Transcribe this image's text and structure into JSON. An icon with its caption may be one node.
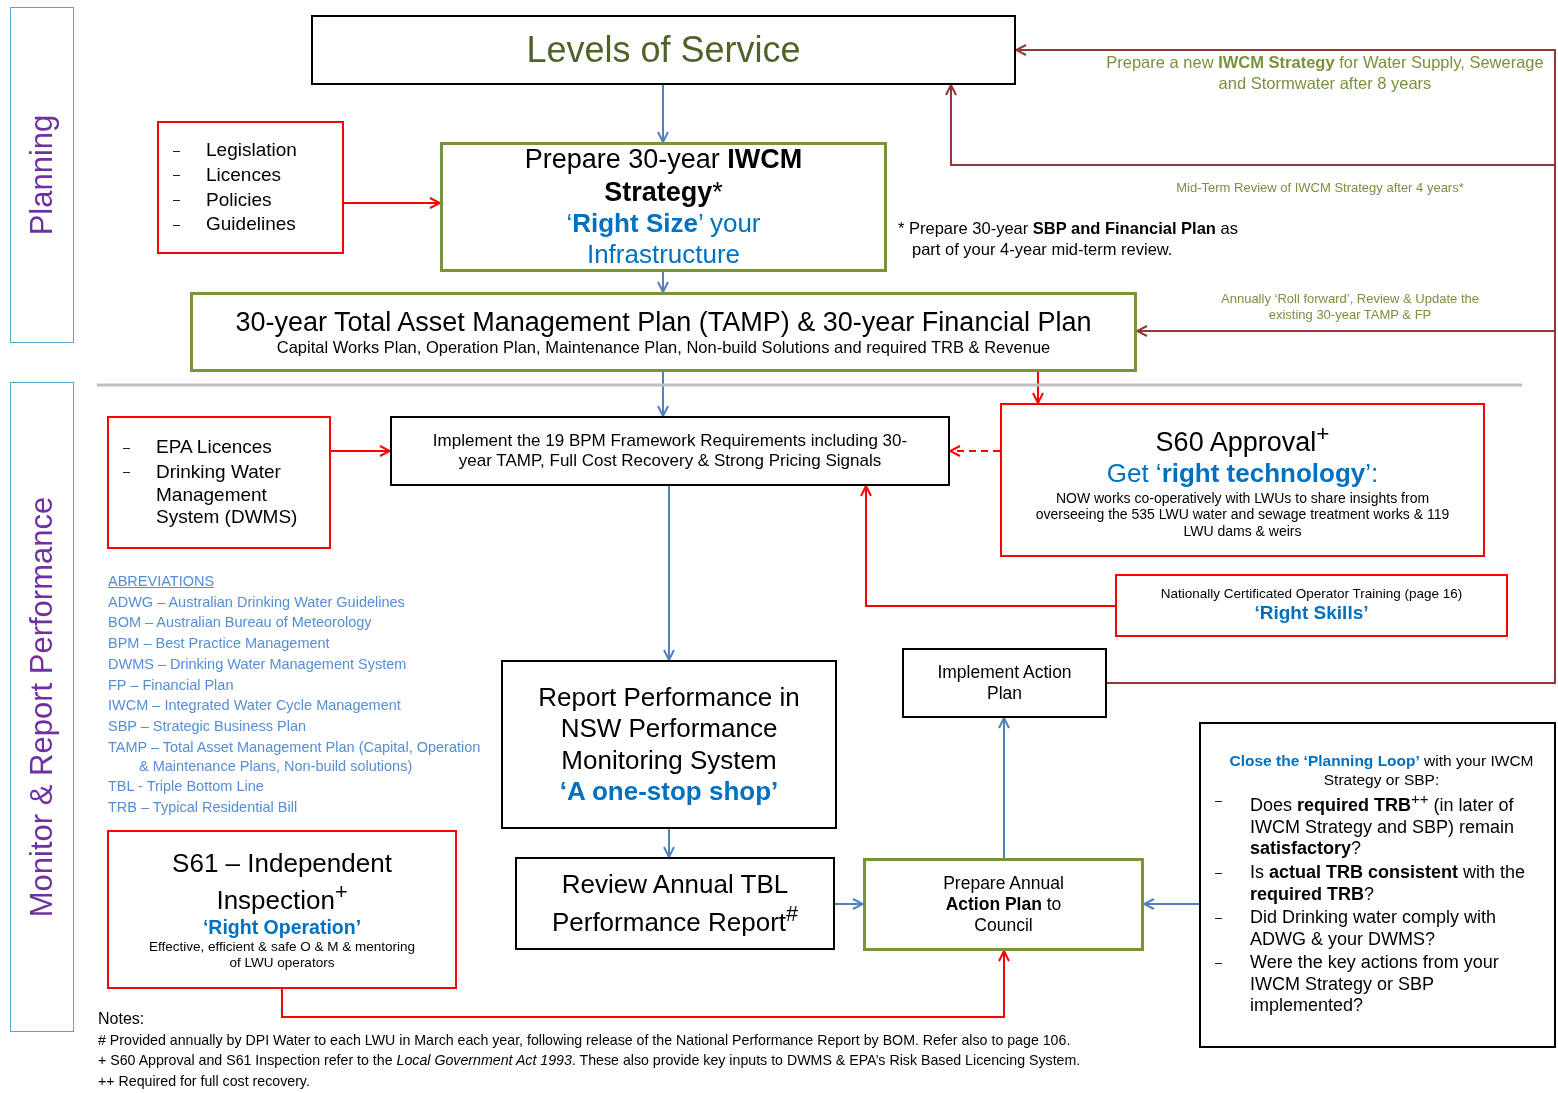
{
  "diagram": {
    "nodes": [
      {
        "text": [
          "Planning"
        ]
      },
      {
        "text": [
          "Monitor & Report Performance"
        ]
      },
      {
        "text": [
          "Levels of Service"
        ]
      },
      {
        "text": [
          "Legislation",
          "Licences",
          "Policies",
          "Guidelines"
        ]
      },
      {
        "text": [
          "Prepare 30-year **IWCM Strategy***",
          "‘**Right Size**’ your Infrastructure"
        ]
      },
      {
        "text": [
          "30-year Total Asset Management Plan (TAMP) & 30-year Financial Plan",
          "Capital Works Plan, Operation Plan, Maintenance Plan, Non-build Solutions and required TRB & Revenue"
        ]
      },
      {
        "text": [
          "EPA Licences",
          "Drinking Water Management System (DWMS)"
        ]
      },
      {
        "text": [
          "Implement the 19 BPM Framework Requirements including 30-year TAMP, Full Cost Recovery & Strong Pricing Signals"
        ]
      },
      {
        "text": [
          "S60 Approval$^{+}$",
          "Get ‘**right technology**’:",
          "NOW works co-operatively with LWUs to share insights from overseeing the 535 LWU water and sewage treatment works & 119 LWU dams & weirs"
        ]
      },
      {
        "text": [
          "Nationally Certificated Operator Training (page 16)",
          "‘Right Skills’"
        ]
      },
      {
        "text": [
          "Implement Action Plan"
        ]
      },
      {
        "text": [
          "Report Performance in NSW Performance Monitoring System",
          "‘A one-stop shop’"
        ]
      },
      {
        "text": [
          "S61 – Independent Inspection$^{+}$",
          "‘Right Operation’",
          "Effective, efficient & safe O & M & mentoring of LWU operators"
        ]
      },
      {
        "text": [
          "Review Annual TBL Performance Report$^{#}$"
        ]
      },
      {
        "text": [
          "Prepare Annual **Action Plan** to Council"
        ]
      },
      {
        "text": [
          "**Close the ‘Planning Loop’** with your IWCM Strategy or SBP:",
          "Does **required TRB**$^{++}$ (in later of IWCM Strategy and SBP) remain **satisfactory**?",
          "Is **actual TRB consistent** with the **required TRB**?",
          "Did Drinking water comply with ADWG & your DWMS?",
          "Were the key actions from your IWCM Strategy or SBP implemented?"
        ]
      }
    ],
    "edges": [
      {
        "from": 2,
        "to": 4,
        "arrow": "to"
      },
      {
        "from": 4,
        "to": 5,
        "arrow": "to"
      },
      {
        "from": 3,
        "to": 4,
        "arrow": "to",
        "color": "#ff0000"
      },
      {
        "from": 5,
        "to": 7,
        "arrow": "to"
      },
      {
        "from": 6,
        "to": 7,
        "arrow": "to",
        "color": "#ff0000"
      },
      {
        "from": 5,
        "to": 8,
        "arrow": "to",
        "color": "#ff0000"
      },
      {
        "from": 8,
        "to": 7,
        "arrow": "to",
        "style": "dashed",
        "color": "#ff0000"
      },
      {
        "from": 9,
        "to": 7,
        "arrow": "to",
        "color": "#ff0000"
      },
      {
        "from": 7,
        "to": 11,
        "arrow": "to"
      },
      {
        "from": 11,
        "to": 13,
        "arrow": "to"
      },
      {
        "from": 13,
        "to": 14,
        "arrow": "to"
      },
      {
        "from": 15,
        "to": 14,
        "arrow": "to"
      },
      {
        "from": 12,
        "to": 14,
        "arrow": "to",
        "color": "#ff0000"
      },
      {
        "from": 14,
        "to": 10,
        "arrow": "to"
      },
      {
        "from": 10,
        "to": 2,
        "arrow": "to",
        "color": "#953735",
        "label": "Prepare a new **IWCM Strategy** for Water Supply, Sewerage and Stormwater after 8 years"
      },
      {
        "from": 10,
        "to": 2,
        "arrow": "to",
        "color": "#953735",
        "label": "Mid-Term Review of IWCM Strategy after 4 years*"
      },
      {
        "from": 10,
        "to": 5,
        "arrow": "to",
        "color": "#953735",
        "label": "Annually ‘Roll forward’, Review & Update the existing 30-year TAMP & FP"
      }
    ],
    "labels": [
      "* Prepare 30-year **SBP and Financial Plan** as part of your 4-year mid-term review.",
      "ABREVIATIONS",
      "ADWG – Australian Drinking Water Guidelines",
      "BOM – Australian Bureau of Meteorology",
      "BPM – Best Practice Management",
      "DWMS – Drinking Water Management System",
      "FP – Financial Plan",
      "IWCM – Integrated Water Cycle Management",
      "SBP – Strategic Business Plan",
      "TAMP – Total Asset Management Plan (Capital, Operation & Maintenance Plans, Non-build solutions)",
      "TBL - Triple Bottom Line",
      "TRB – Typical Residential Bill",
      "Notes:",
      "# Provided annually by DPI Water to each LWU in March each year, following release of the National Performance Report by BOM. Refer also to page 106.",
      "+ S60 Approval and S61 Inspection refer to the *Local Government Act 1993*. These also provide key inputs to DWMS & EPA’s Risk Based Licencing System.",
      "++ Required for full cost recovery."
    ]
  }
}
